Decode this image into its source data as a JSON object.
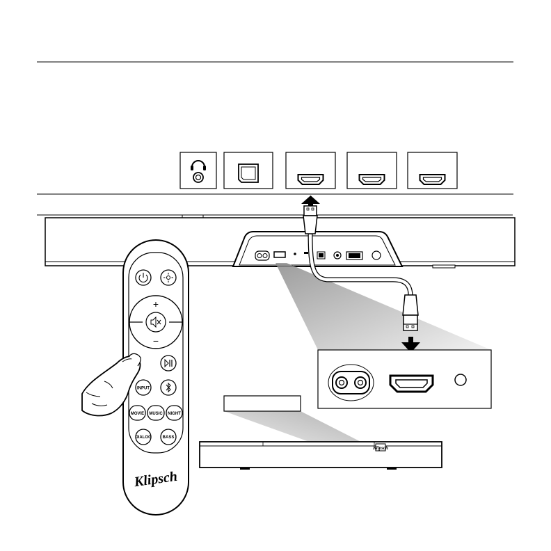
{
  "ports": [
    {
      "id": "headphone",
      "icon": "headphone-icon"
    },
    {
      "id": "optical",
      "icon": "optical-port-icon"
    },
    {
      "id": "hdmi-1",
      "icon": "hdmi-port-icon"
    },
    {
      "id": "hdmi-2",
      "icon": "hdmi-port-icon"
    },
    {
      "id": "hdmi-3",
      "icon": "hdmi-port-icon"
    }
  ],
  "remote": {
    "buttons": {
      "power": "power-icon",
      "light": "light-icon",
      "volume_up": "+",
      "volume_down": "−",
      "mute": "mute-icon",
      "play_pause": "play-pause-icon",
      "bluetooth": "bluetooth-icon",
      "input": "INPUT",
      "movie": "MOVIE",
      "music": "MUSIC",
      "night": "NIGHT",
      "dialog": "DIALOG",
      "bass": "BASS"
    },
    "logo": "Klipsch"
  },
  "subwoofer_badge": "Klipsch",
  "colors": {
    "line": "#000000",
    "background": "#ffffff"
  }
}
